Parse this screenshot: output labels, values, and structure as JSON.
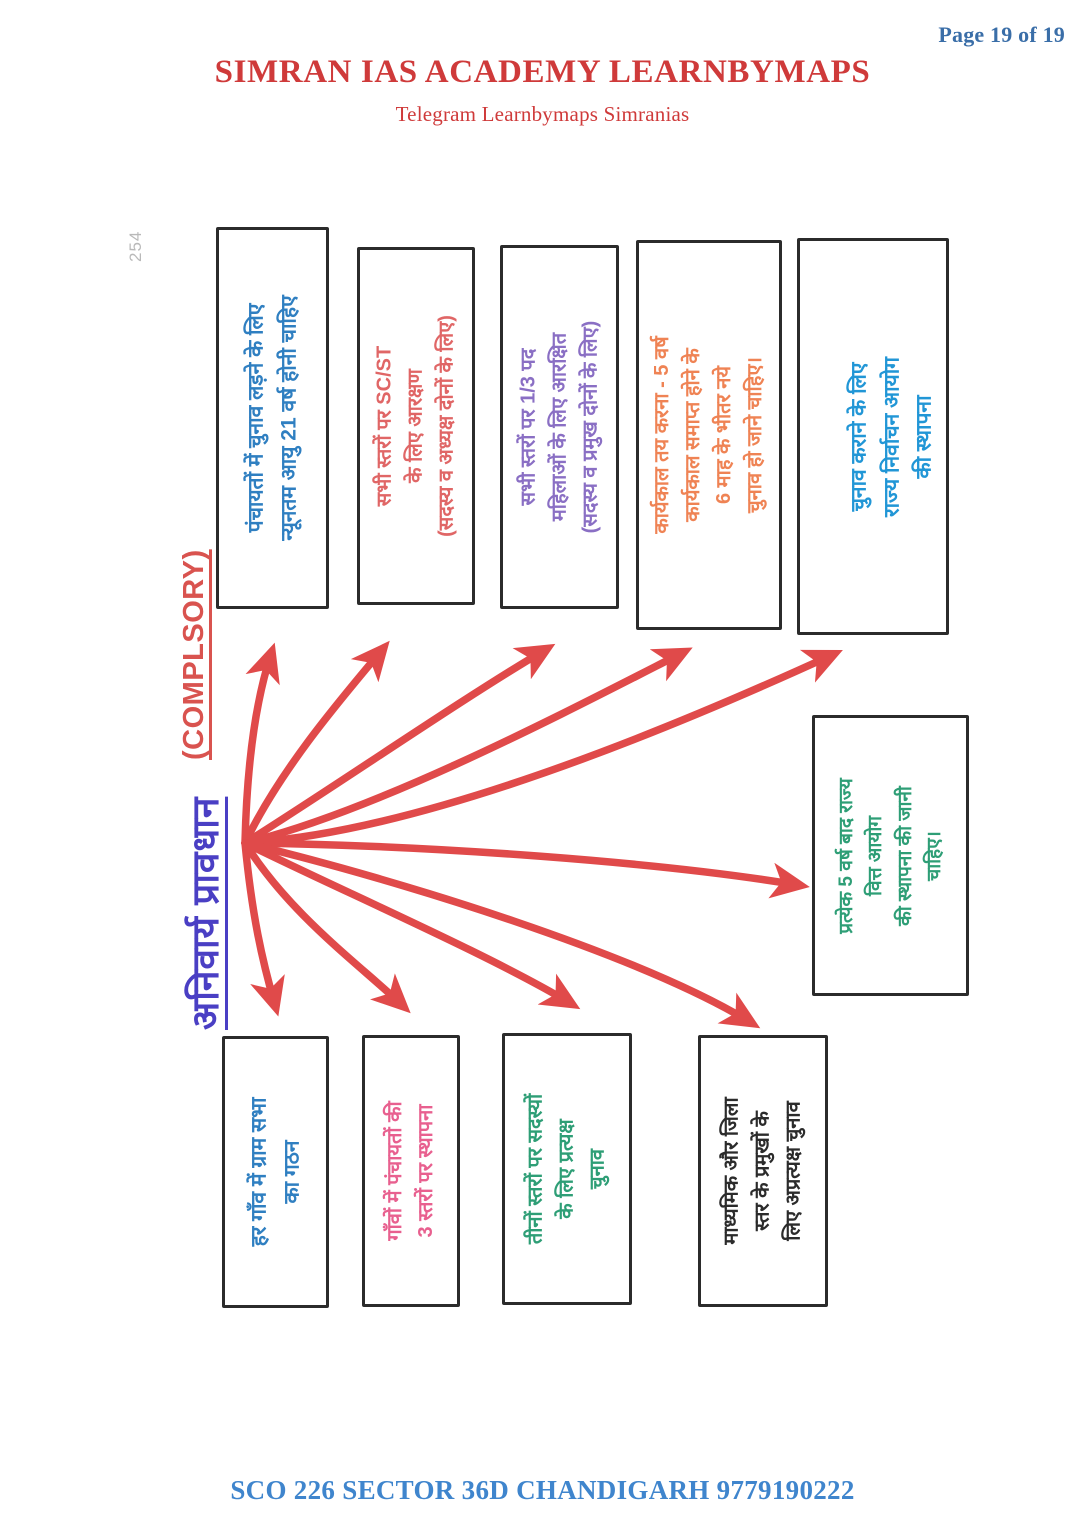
{
  "header": {
    "page_indicator": "Page 19 of 19",
    "academy_title": "SIMRAN IAS ACADEMY LEARNBYMAPS",
    "academy_subtitle": "Telegram Learnbymaps Simranias",
    "title_color": "#cf3a3a",
    "page_indicator_color": "#3a6ea8"
  },
  "footer": {
    "contact": "SCO 226 SECTOR 36D CHANDIGARH 9779190222",
    "color": "#3f85cd"
  },
  "margin": {
    "scan_page_number": "254"
  },
  "diagram": {
    "central_heading_hindi": "अनिवार्य प्रावधान",
    "central_heading_english": "(COMPLSORY)",
    "hindi_color": "#4a3fc4",
    "english_color": "#d9534f",
    "arrow_color": "#e04a4a",
    "arrow_count": 10,
    "boxes": [
      {
        "id": "box-min-age",
        "color": "#2f7fc1",
        "lines": [
          "पंचायतों में चुनाव लड़ने के लिए",
          "न्यूनतम आयु 21 वर्ष होनी चाहिए"
        ]
      },
      {
        "id": "box-sc-st-reservation",
        "color": "#e06666",
        "lines": [
          "सभी स्तरों पर SC/ST",
          "के लिए आरक्षण",
          "(सदस्य व अध्यक्ष दोनों के लिए)"
        ]
      },
      {
        "id": "box-women-reservation",
        "color": "#8a6fc4",
        "lines": [
          "सभी स्तरों पर 1/3 पद",
          "महिलाओं के लिए आरक्षित",
          "(सदस्य व प्रमुख दोनों के लिए)"
        ]
      },
      {
        "id": "box-term-five-years",
        "color": "#ef8354",
        "lines": [
          "कार्यकाल तय करना - 5 वर्ष",
          "कार्यकाल समाप्त होने के",
          "6 माह के भीतर नये",
          "चुनाव हो जाने चाहिए।"
        ]
      },
      {
        "id": "box-state-election-commission",
        "color": "#2196d6",
        "lines": [
          "चुनाव कराने के लिए",
          "राज्य निर्वाचन आयोग",
          "की स्थापना"
        ]
      },
      {
        "id": "box-state-finance-commission",
        "color": "#2e9e76",
        "lines": [
          "प्रत्येक 5 वर्ष बाद राज्य",
          "वित्त आयोग",
          "की स्थापना की जानी",
          "चाहिए।"
        ]
      },
      {
        "id": "box-gram-sabha",
        "color": "#2f7fc1",
        "lines": [
          "हर गाँव में ग्राम सभा",
          "का गठन"
        ]
      },
      {
        "id": "box-three-tier-panchayat",
        "color": "#e8608f",
        "lines": [
          "गाँवों में पंचायतों की",
          "3 स्तरों पर स्थापना"
        ]
      },
      {
        "id": "box-direct-election-members",
        "color": "#2e9e76",
        "lines": [
          "तीनों स्तरों पर सदस्यों",
          "के लिए प्रत्यक्ष",
          "चुनाव"
        ]
      },
      {
        "id": "box-indirect-election-heads",
        "color": "#2b2b2b",
        "lines": [
          "माध्यमिक और जिला",
          "स्तर के प्रमुखों के",
          "लिए अप्रत्यक्ष चुनाव"
        ]
      }
    ]
  }
}
